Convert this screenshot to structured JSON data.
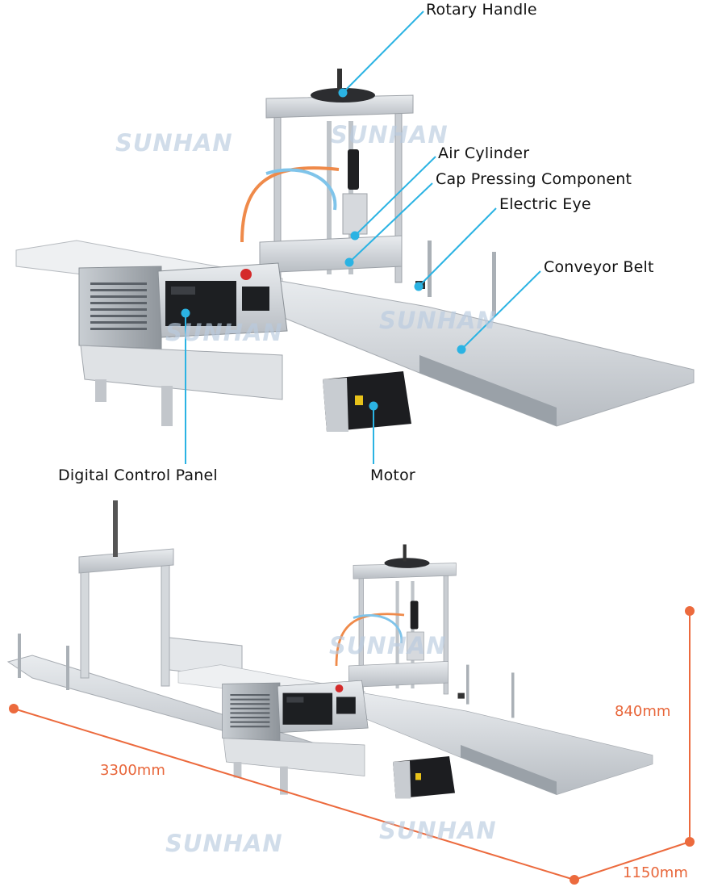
{
  "watermark": "SUNHAN",
  "callouts": {
    "rotary_handle": "Rotary Handle",
    "air_cylinder": "Air Cylinder",
    "cap_pressing": "Cap Pressing Component",
    "electric_eye": "Electric Eye",
    "conveyor_belt": "Conveyor Belt",
    "control_panel": "Digital Control Panel",
    "motor": "Motor"
  },
  "dimensions": {
    "length": "3300mm",
    "height": "840mm",
    "width": "1150mm"
  },
  "colors": {
    "callout": "#2bb3e3",
    "dimension": "#ec6a3d"
  }
}
